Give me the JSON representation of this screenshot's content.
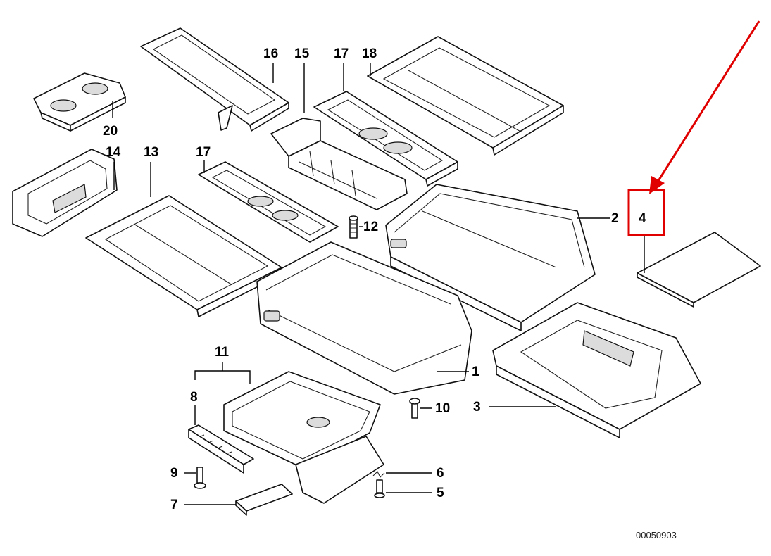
{
  "diagram": {
    "reference_number": "00050903",
    "highlight_color": "#e00000",
    "highlighted_part": "4",
    "callouts": {
      "p1": "1",
      "p2": "2",
      "p3": "3",
      "p4": "4",
      "p5": "5",
      "p6": "6",
      "p7": "7",
      "p8": "8",
      "p9": "9",
      "p10": "10",
      "p11": "11",
      "p12": "12",
      "p13": "13",
      "p14": "14",
      "p15": "15",
      "p16": "16",
      "p17a": "17",
      "p17b": "17",
      "p18": "18",
      "p20": "20"
    }
  }
}
